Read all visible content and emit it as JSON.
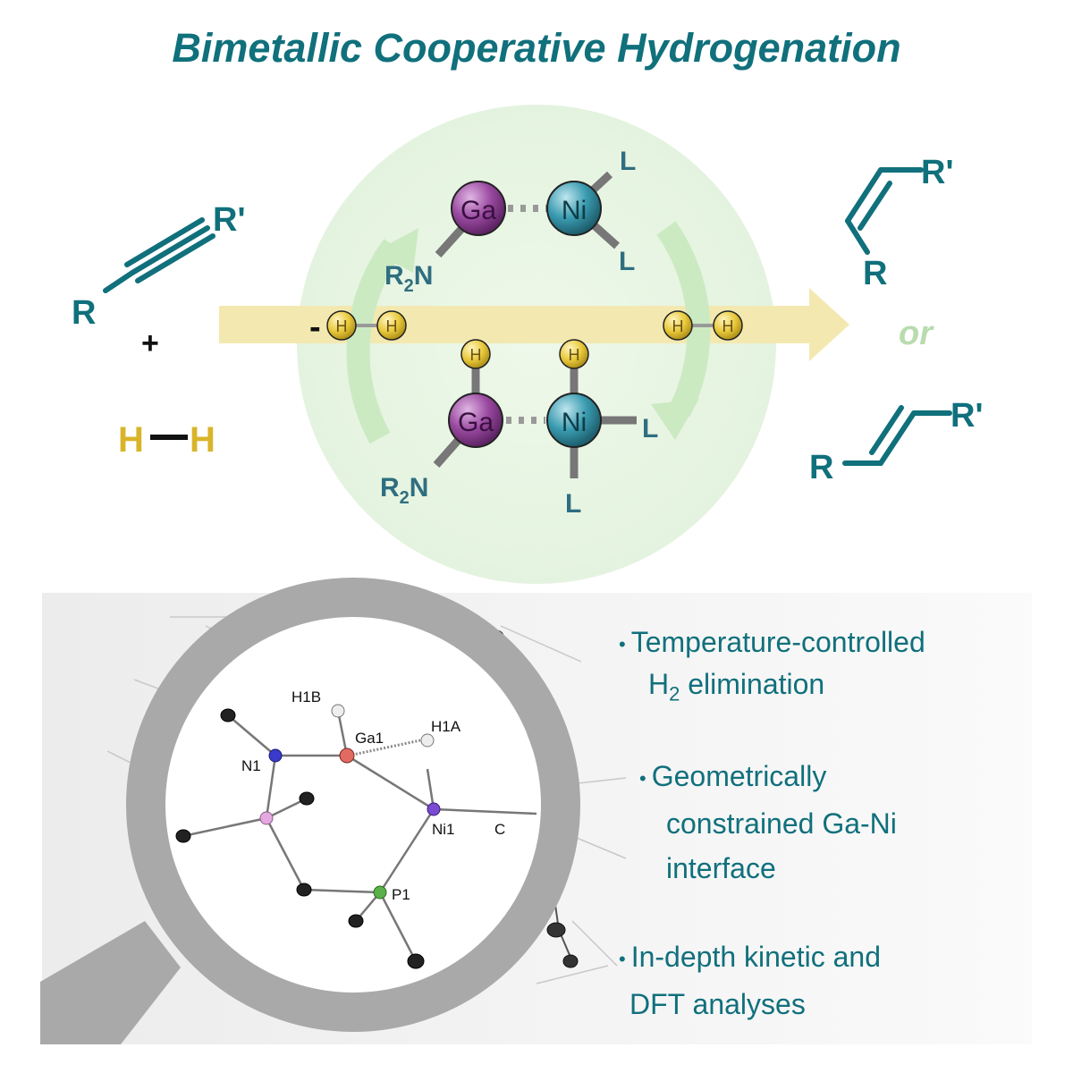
{
  "title": "Bimetallic Cooperative Hydrogenation",
  "reactants": {
    "r": "R",
    "r_prime": "R'",
    "plus": "+",
    "h": "H"
  },
  "cycle": {
    "ga": "Ga",
    "ni": "Ni",
    "l": "L",
    "r2n": "R",
    "r2n_sub": "2",
    "r2n_n": "N",
    "h": "H",
    "minus": "-"
  },
  "products": {
    "r": "R",
    "r_prime": "R'",
    "or": "or"
  },
  "crystal_labels": {
    "h1b": "H1B",
    "ga1": "Ga1",
    "h1a": "H1A",
    "n1": "N1",
    "ni1": "Ni1",
    "p1": "P1",
    "c": "C"
  },
  "bullets": {
    "b1_line1": "Temperature-controlled",
    "b1_line2_pre": "H",
    "b1_line2_sub": "2",
    "b1_line2_post": " elimination",
    "b2_line1": "Geometrically",
    "b2_line2": "constrained Ga-Ni",
    "b2_line3": "interface",
    "b3_line1": "In-depth kinetic and",
    "b3_line2": "DFT analyses"
  },
  "colors": {
    "teal": "#10707c",
    "ga_purple": "#8a3d8f",
    "ni_teal": "#2f8fa0",
    "h_yellow": "#e5c33a",
    "arrow_yellow": "#f3e9b0",
    "cycle_green": "#cbeac2",
    "bg_green": "#eaf6e6",
    "magnifier_gray": "#a9a9a9",
    "panel_gray": "#f3f3f3"
  }
}
